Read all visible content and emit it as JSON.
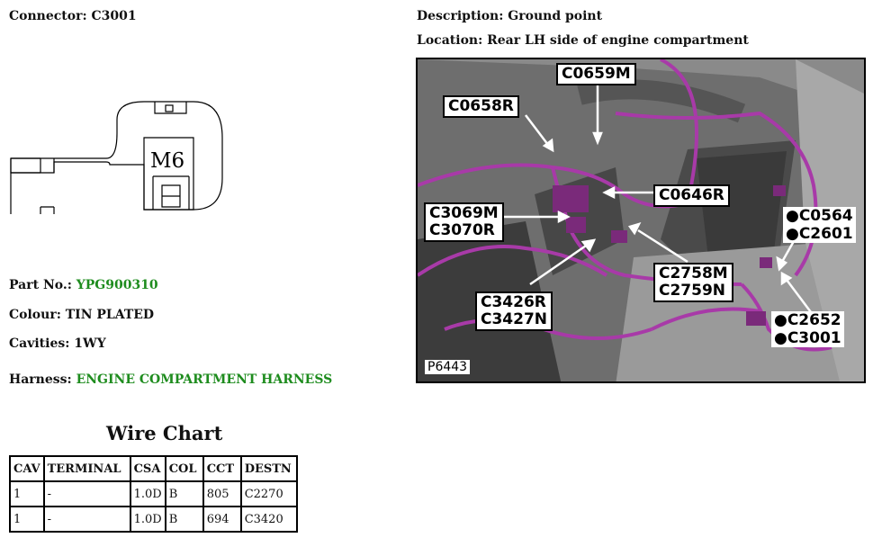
{
  "connector": {
    "label": "Connector:",
    "value": "C3001"
  },
  "description": {
    "label": "Description:",
    "value": "Ground point"
  },
  "location": {
    "label": "Location:",
    "value": "Rear LH side of engine compartment"
  },
  "connector_drawing": {
    "text": "M6"
  },
  "part_no": {
    "label": "Part No.:",
    "value": "YPG900310"
  },
  "colour": {
    "label": "Colour:",
    "value": "TIN PLATED"
  },
  "cavities": {
    "label": "Cavities:",
    "value": "1WY"
  },
  "harness": {
    "label": "Harness:",
    "value": "ENGINE COMPARTMENT HARNESS"
  },
  "photo": {
    "ref": "P6443",
    "callouts": {
      "c0659m": "C0659M",
      "c0658r": "C0658R",
      "c0646r": "C0646R",
      "c3069m": "C3069M",
      "c3070r": "C3070R",
      "c0564": "●C0564",
      "c2601": "●C2601",
      "c2758m": "C2758M",
      "c2759n": "C2759N",
      "c3426r": "C3426R",
      "c3427n": "C3427N",
      "c2652": "●C2652",
      "c3001": "●C3001"
    }
  },
  "wire_chart": {
    "title": "Wire Chart",
    "headers": [
      "CAV",
      "TERMINAL",
      "CSA",
      "COL",
      "CCT",
      "DESTN"
    ],
    "rows": [
      [
        "1",
        "-",
        "1.0D",
        "B",
        "805",
        "C2270"
      ],
      [
        "1",
        "-",
        "1.0D",
        "B",
        "694",
        "C3420"
      ]
    ]
  }
}
